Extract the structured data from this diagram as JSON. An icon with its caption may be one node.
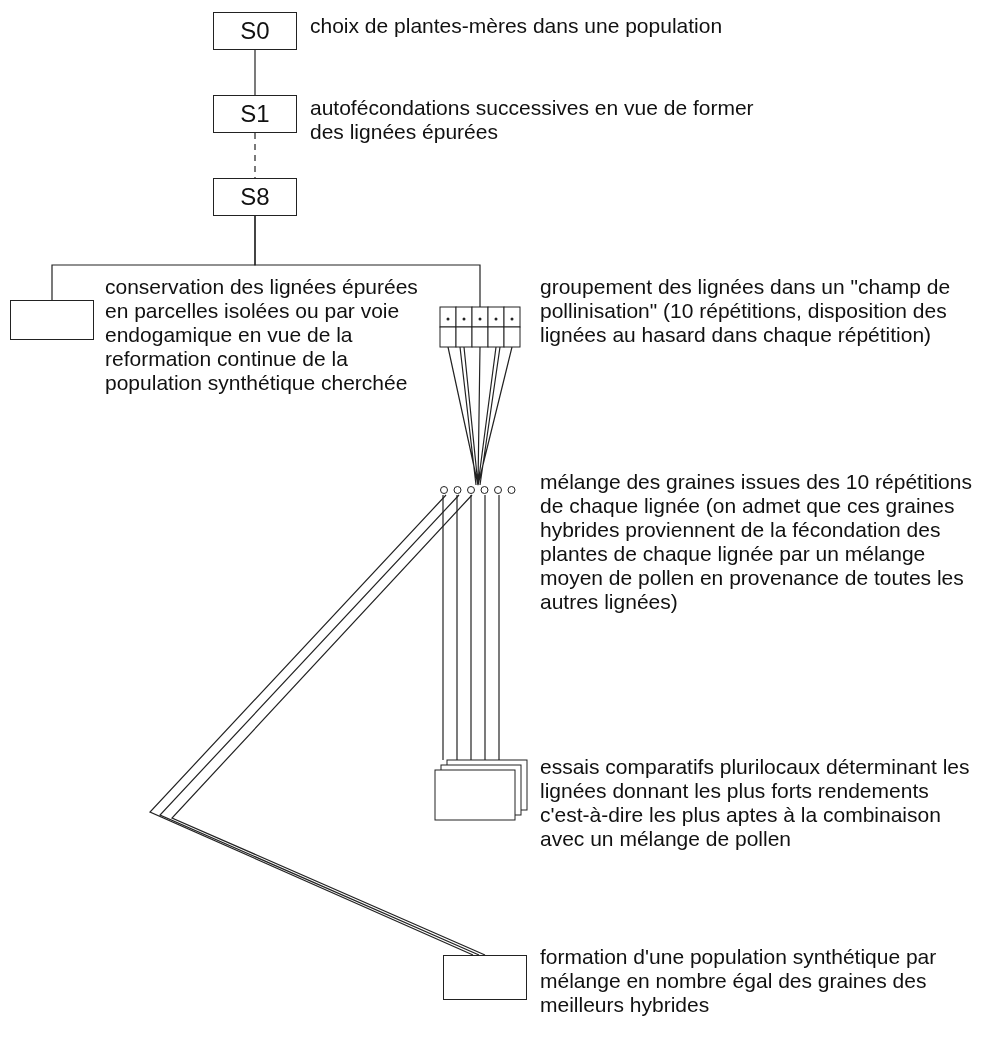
{
  "diagram": {
    "nodes": [
      {
        "text": [
          "S0"
        ],
        "beside": [
          "choix de plantes-mères dans une population"
        ]
      },
      {
        "text": [
          "S1"
        ],
        "beside": [
          "autofécondations successives en vue de former des lignées épurées"
        ]
      },
      {
        "text": [
          "S8"
        ]
      },
      {
        "text": [],
        "shape": "box",
        "beside": [
          "conservation des lignées épurées en parcelles isolées ou par voie endogamique en vue de la reformation continue de la population synthétique cherchée"
        ]
      },
      {
        "text": [],
        "shape": "grid",
        "beside": [
          "groupement des lignées dans un \"champ de pollinisation\" (10 répétitions, disposition des lignées au hasard dans chaque répétition)"
        ]
      },
      {
        "text": [],
        "shape": "circle",
        "beside": [
          "mélange des graines issues des 10 répétitions de chaque lignée (on admet que ces graines hybrides proviennent de la fécondation des plantes de chaque lignée par un mélange moyen de pollen en provenance de toutes les autres lignées)"
        ]
      },
      {
        "text": [],
        "shape": "box",
        "beside": [
          "essais comparatifs plurilocaux déterminant les lignées donnant les plus forts rendements c'est-à-dire les plus aptes à la combinaison avec un mélange de pollen"
        ]
      },
      {
        "text": [],
        "shape": "box",
        "beside": [
          "formation d'une population synthétique par mélange en nombre égal des graines des meilleurs hybrides"
        ]
      }
    ],
    "edges": [
      {
        "from": 0,
        "to": 1,
        "arrow": "none"
      },
      {
        "from": 1,
        "to": 2,
        "arrow": "none",
        "style": "dashed"
      },
      {
        "from": 2,
        "to": 3,
        "arrow": "none"
      },
      {
        "from": 2,
        "to": 4,
        "arrow": "none"
      },
      {
        "from": 4,
        "to": 5,
        "arrow": "none"
      },
      {
        "from": 5,
        "to": 6,
        "arrow": "none"
      },
      {
        "from": 5,
        "to": 7,
        "arrow": "none"
      }
    ]
  }
}
